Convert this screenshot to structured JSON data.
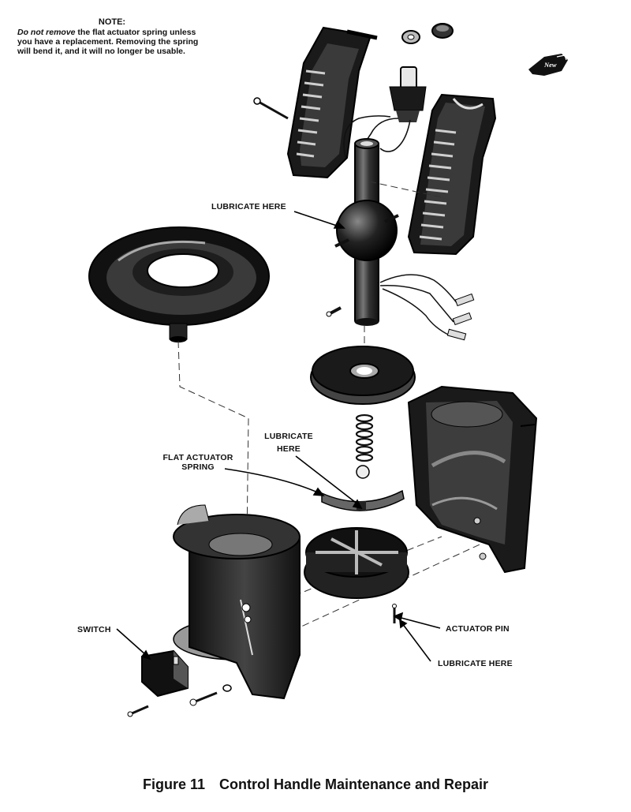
{
  "note": {
    "title": "NOTE:",
    "emphasis": "Do not remove",
    "body": " the flat actuator spring unless you have a replacement. Removing the spring will bend it, and it will no longer be usable."
  },
  "badge": "New",
  "labels": {
    "lubricate_top": "LUBRICATE HERE",
    "lubricate_mid_1": "LUBRICATE",
    "lubricate_mid_2": "HERE",
    "flat_spring_1": "FLAT ACTUATOR",
    "flat_spring_2": "SPRING",
    "switch": "SWITCH",
    "actuator_pin": "ACTUATOR PIN",
    "lubricate_bottom": "LUBRICATE HERE"
  },
  "caption": {
    "figure": "Figure 11",
    "title": "Control Handle Maintenance and Repair"
  }
}
